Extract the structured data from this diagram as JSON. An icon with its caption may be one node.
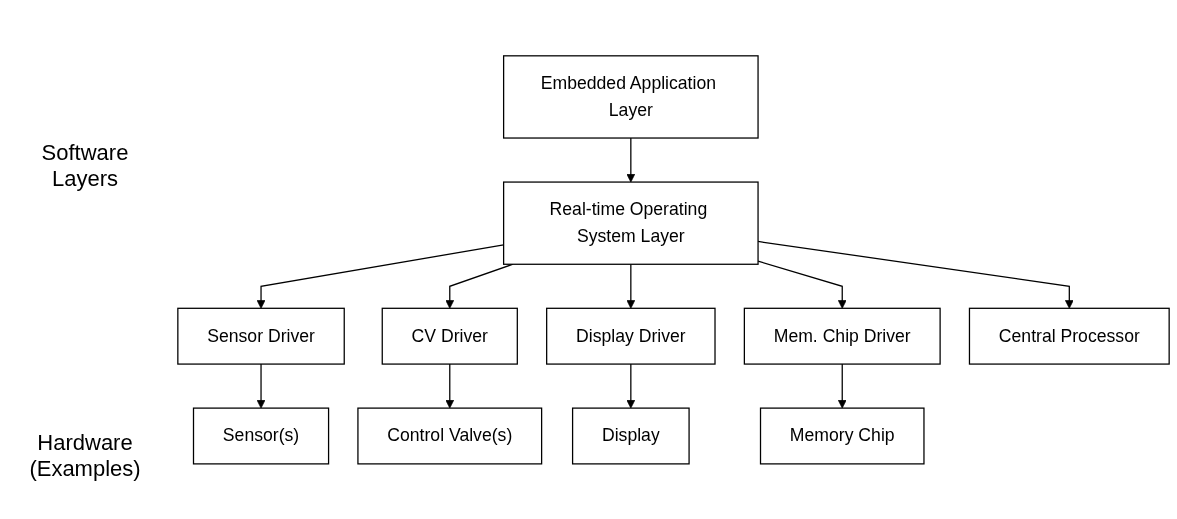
{
  "diagram": {
    "nodes": [
      {
        "text": [
          "Embedded Application Layer"
        ]
      },
      {
        "text": [
          "Real-time Operating System Layer"
        ]
      },
      {
        "text": [
          "Sensor Driver"
        ]
      },
      {
        "text": [
          "CV Driver"
        ]
      },
      {
        "text": [
          "Display Driver"
        ]
      },
      {
        "text": [
          "Mem. Chip Driver"
        ]
      },
      {
        "text": [
          "Sensor(s)"
        ]
      },
      {
        "text": [
          "Control Valve(s)"
        ]
      },
      {
        "text": [
          "Display"
        ]
      },
      {
        "text": [
          "Memory Chip"
        ]
      },
      {
        "text": [
          "Central Processor"
        ]
      }
    ],
    "edges": [
      {
        "from": 0,
        "to": 1,
        "arrow": "to"
      },
      {
        "from": 1,
        "to": 2,
        "arrow": "to"
      },
      {
        "from": 1,
        "to": 3,
        "arrow": "to"
      },
      {
        "from": 1,
        "to": 4,
        "arrow": "to"
      },
      {
        "from": 1,
        "to": 5,
        "arrow": "to"
      },
      {
        "from": 1,
        "to": 10,
        "arrow": "to"
      },
      {
        "from": 2,
        "to": 6,
        "arrow": "to"
      },
      {
        "from": 3,
        "to": 7,
        "arrow": "to"
      },
      {
        "from": 4,
        "to": 8,
        "arrow": "to"
      },
      {
        "from": 5,
        "to": 9,
        "arrow": "to"
      }
    ],
    "labels": [
      "Software Layers",
      "Hardware (Examples)"
    ]
  }
}
